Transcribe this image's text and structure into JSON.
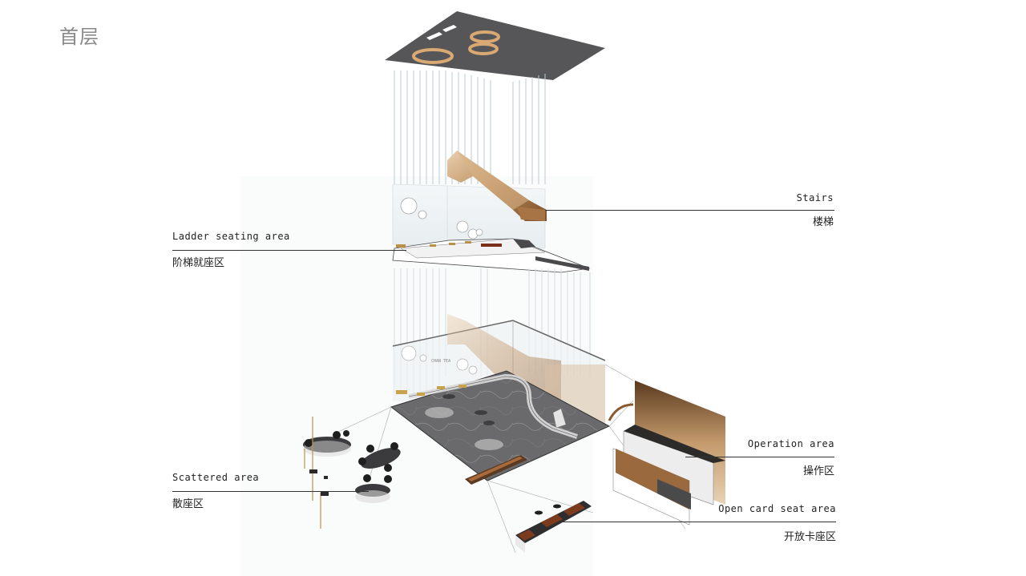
{
  "page": {
    "title": "首层"
  },
  "sign_text": "CHAN TEA",
  "callouts": {
    "stairs": {
      "en": "Stairs",
      "cn": "楼梯"
    },
    "ladder": {
      "en": "Ladder seating area",
      "cn": "阶梯就座区"
    },
    "scattered": {
      "en": "Scattered area",
      "cn": "散座区"
    },
    "operation": {
      "en": "Operation area",
      "cn": "操作区"
    },
    "open_card": {
      "en": "Open card seat area",
      "cn": "开放卡座区"
    }
  },
  "colors": {
    "wood": "#c49a6c",
    "wood_dark": "#8a5a2e",
    "floor": "#5a5a5c",
    "ceiling": "#555557",
    "glass": "#dfe8ec",
    "line": "#333333"
  }
}
